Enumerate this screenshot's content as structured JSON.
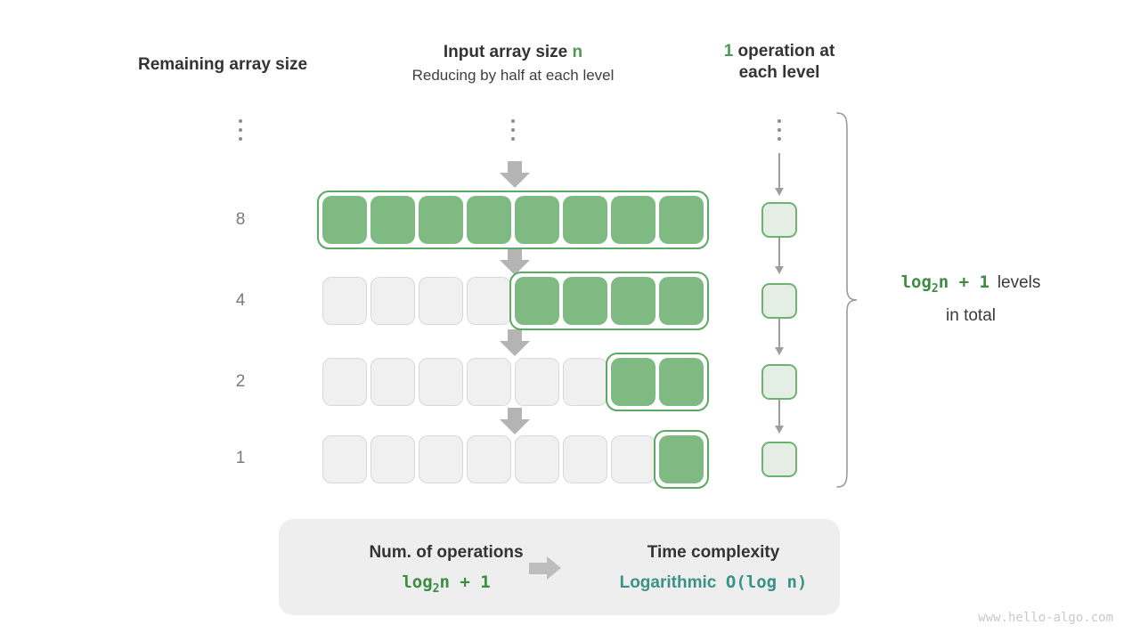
{
  "headers": {
    "left": "Remaining array size",
    "middle_title_prefix": "Input array size ",
    "middle_title_var": "n",
    "middle_subtitle": "Reducing by half at each level",
    "right_count": "1",
    "right_line1_rest": " operation at",
    "right_line2": "each level"
  },
  "levels": [
    {
      "size_label": "8",
      "total_cells": 8,
      "filled_cells": 8,
      "fill_start_index": 0
    },
    {
      "size_label": "4",
      "total_cells": 8,
      "filled_cells": 4,
      "fill_start_index": 4
    },
    {
      "size_label": "2",
      "total_cells": 8,
      "filled_cells": 2,
      "fill_start_index": 6
    },
    {
      "size_label": "1",
      "total_cells": 8,
      "filled_cells": 1,
      "fill_start_index": 7
    }
  ],
  "operations_per_level": "1",
  "brace_note": {
    "formula_prefix": "log",
    "formula_sub": "2",
    "formula_suffix": "n + 1",
    "line1_tail": "levels",
    "line2": "in total"
  },
  "summary": {
    "left_title": "Num. of operations",
    "left_value_prefix": "log",
    "left_value_sub": "2",
    "left_value_suffix": "n + 1",
    "right_title": "Time complexity",
    "right_value_word": "Logarithmic",
    "right_value_bigo": "O(log n)"
  },
  "watermark": "www.hello-algo.com",
  "colors": {
    "cell_fill_green": "#7fba82",
    "cell_empty_grey": "#f0f0f0",
    "highlight_border_green": "#5da862",
    "op_box_fill": "#e5eee4",
    "op_box_border": "#6cb370",
    "accent_green": "#4f9a52",
    "mono_green": "#3d8c42",
    "teal": "#3b9288",
    "arrow_grey": "#b4b4b4",
    "panel_grey": "#eeeeee"
  },
  "chart_data": {
    "type": "diagram",
    "title": "Logarithmic time complexity — array halving",
    "levels": [
      8,
      4,
      2,
      1
    ],
    "operations": [
      1,
      1,
      1,
      1
    ],
    "total_levels_formula": "log2 n + 1",
    "complexity": "O(log n)"
  }
}
